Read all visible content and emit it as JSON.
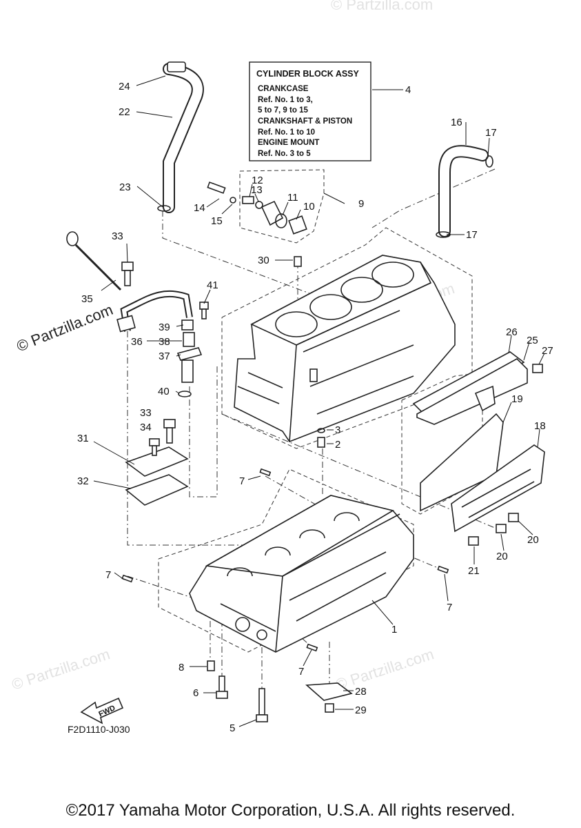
{
  "legend": {
    "title": "CYLINDER BLOCK ASSY",
    "lines": [
      "CRANKCASE",
      "Ref. No. 1 to 3,",
      "5 to 7, 9 to 15",
      "CRANKSHAFT & PISTON",
      "Ref. No. 1 to 10",
      "ENGINE MOUNT",
      "Ref. No. 3 to 5"
    ]
  },
  "callouts": {
    "c24": "24",
    "c22": "22",
    "c4": "4",
    "c16": "16",
    "c17a": "17",
    "c17b": "17",
    "c23": "23",
    "c12": "12",
    "c13": "13",
    "c14": "14",
    "c15": "15",
    "c11": "11",
    "c10": "10",
    "c9": "9",
    "c33a": "33",
    "c30": "30",
    "c35": "35",
    "c41": "41",
    "c39": "39",
    "c36": "36",
    "c38": "38",
    "c37": "37",
    "c26": "26",
    "c25": "25",
    "c27": "27",
    "c40": "40",
    "c19": "19",
    "c33b": "33",
    "c34": "34",
    "c3": "3",
    "c2": "2",
    "c18": "18",
    "c31": "31",
    "c7a": "7",
    "c32": "32",
    "c20a": "20",
    "c20b": "20",
    "c21": "21",
    "c7b": "7",
    "c7c": "7",
    "c1": "1",
    "c8": "8",
    "c7d": "7",
    "c6": "6",
    "c28": "28",
    "c29": "29",
    "c5": "5"
  },
  "fwd_label": "FWD",
  "diagram_code": "F2D1110-J030",
  "watermark": "© Partzilla.com",
  "copyright": "©2017 Yamaha Motor Corporation, U.S.A. All rights reserved."
}
